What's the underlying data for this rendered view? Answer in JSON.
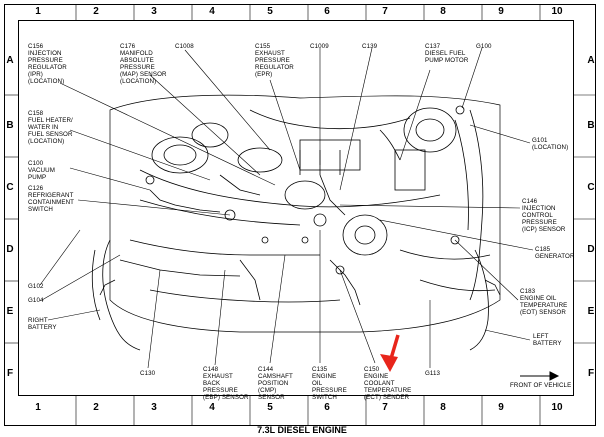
{
  "grid": {
    "cols": [
      "1",
      "2",
      "3",
      "4",
      "5",
      "6",
      "7",
      "8",
      "9",
      "10"
    ],
    "rows": [
      "A",
      "B",
      "C",
      "D",
      "E",
      "F"
    ]
  },
  "labels": {
    "c156": "C156\nINJECTION\nPRESSURE\nREGULATOR\n(IPR)\n(LOCATION)",
    "c176": "C176\nMANIFOLD\nABSOLUTE\nPRESSURE\n(MAP) SENSOR\n(LOCATION)",
    "c1008": "C1008",
    "c155": "C155\nEXHAUST\nPRESSURE\nREGULATOR\n(EPR)",
    "c1009": "C1009",
    "c139": "C139",
    "c137": "C137\nDIESEL FUEL\nPUMP MOTOR",
    "g100": "G100",
    "c158": "C158\nFUEL HEATER/\nWATER IN\nFUEL SENSOR\n(LOCATION)",
    "g101": "G101\n(LOCATION)",
    "c100": "C100\nVACUUM\nPUMP",
    "c126": "C126\nREFRIGERANT\nCONTAINMENT\nSWITCH",
    "c146": "C146\nINJECTION\nCONTROL\nPRESSURE\n(ICP) SENSOR",
    "c185": "C185\nGENERATOR",
    "g102": "G102",
    "g104": "G104",
    "c183": "C183\nENGINE OIL\nTEMPERATURE\n(EOT) SENSOR",
    "right_battery": "RIGHT\nBATTERY",
    "left_battery": "LEFT\nBATTERY",
    "c130": "C130",
    "c148": "C148\nEXHAUST\nBACK\nPRESSURE\n(EBP) SENSOR",
    "c144": "C144\nCAMSHAFT\nPOSITION\n(CMP)\nSENSOR",
    "c135": "C135\nENGINE\nOIL\nPRESSURE\nSWITCH",
    "c150": "C150\nENGINE\nCOOLANT\nTEMPERATURE\n(ECT) SENDER",
    "g113": "G113",
    "front_of_vehicle": "FRONT OF VEHICLE"
  },
  "caption": "7.3L DIESEL ENGINE",
  "colors": {
    "arrow": "#e8251b",
    "ink": "#000000"
  }
}
